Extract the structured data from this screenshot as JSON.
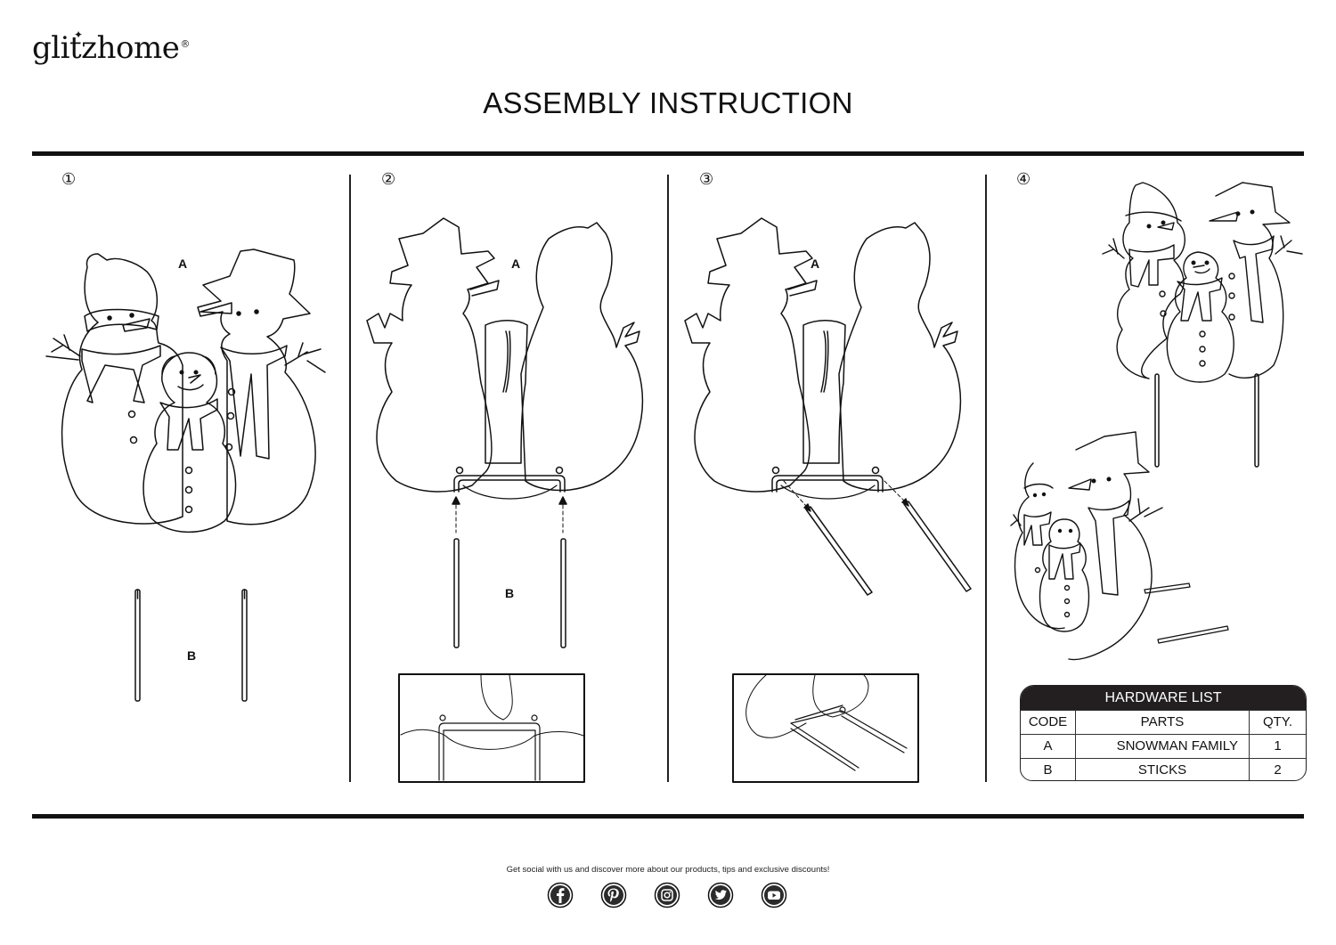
{
  "brand": {
    "name": "glitzhome",
    "registered": "®"
  },
  "title": "ASSEMBLY INSTRUCTION",
  "steps": [
    {
      "number": "①",
      "labels": [
        "A",
        "B"
      ]
    },
    {
      "number": "②",
      "labels": [
        "A",
        "B"
      ]
    },
    {
      "number": "③",
      "labels": [
        "A"
      ]
    },
    {
      "number": "④",
      "labels": []
    }
  ],
  "hardware_list": {
    "title": "HARDWARE LIST",
    "columns": [
      "CODE",
      "PARTS",
      "QTY."
    ],
    "rows": [
      {
        "code": "A",
        "part": "SNOWMAN FAMILY",
        "qty": "1"
      },
      {
        "code": "B",
        "part": "STICKS",
        "qty": "2"
      }
    ]
  },
  "footer": {
    "social_text": "Get social with us and discover more about our products, tips and exclusive discounts!",
    "icons": [
      "facebook-icon",
      "pinterest-icon",
      "instagram-icon",
      "twitter-icon",
      "youtube-icon"
    ]
  },
  "colors": {
    "ink": "#111111",
    "table_header": "#231f20",
    "paper": "#ffffff"
  }
}
